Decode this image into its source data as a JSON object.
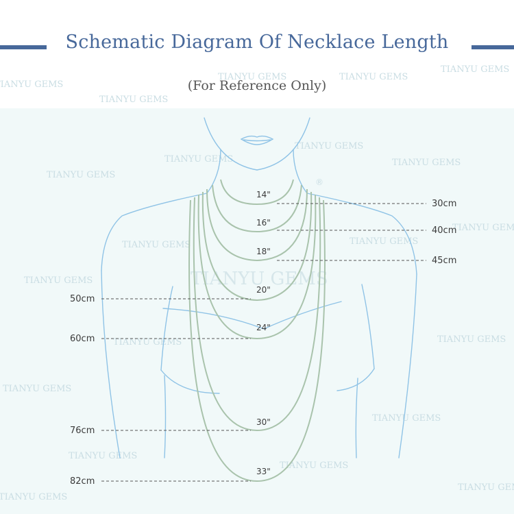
{
  "title": "Schematic Diagram Of  Necklace Length",
  "subtitle": "(For Reference Only)",
  "watermark_text": "TIANYU GEMS",
  "registered_mark": "®",
  "colors": {
    "title": "#47689a",
    "body_outline": "#8fc3e6",
    "necklace": "#a9c3ac",
    "panel": "#f1f9f9"
  },
  "necklaces": [
    {
      "inch": "14\"",
      "cm": "30cm",
      "side": "right"
    },
    {
      "inch": "16\"",
      "cm": "40cm",
      "side": "right"
    },
    {
      "inch": "18\"",
      "cm": "45cm",
      "side": "right"
    },
    {
      "inch": "20\"",
      "cm": "50cm",
      "side": "left"
    },
    {
      "inch": "24\"",
      "cm": "60cm",
      "side": "left"
    },
    {
      "inch": "30\"",
      "cm": "76cm",
      "side": "left"
    },
    {
      "inch": "33\"",
      "cm": "82cm",
      "side": "left"
    }
  ]
}
